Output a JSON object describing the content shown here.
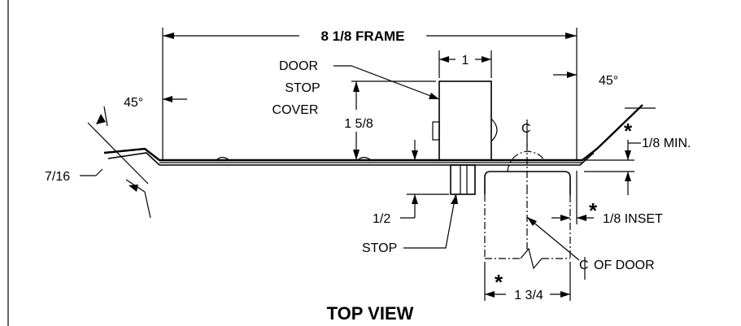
{
  "title": "TOP VIEW",
  "labels": {
    "frame_width": "8 1/8 FRAME",
    "stop_cover_width": "1",
    "door_stop_cover_line1": "DOOR",
    "door_stop_cover_line2": "STOP",
    "door_stop_cover_line3": "COVER",
    "stop_cover_height": "1 5/8",
    "angle_left": "45°",
    "angle_right": "45°",
    "return_length": "7/16",
    "stop_depth": "1/2",
    "stop": "STOP",
    "door_centerline_label": "OF DOOR",
    "inset": "1/8 INSET",
    "min_clearance": "1/8 MIN.",
    "door_thickness": "1 3/4",
    "asterisk": "*"
  },
  "symbols": {
    "centerline": "centerline-symbol"
  }
}
